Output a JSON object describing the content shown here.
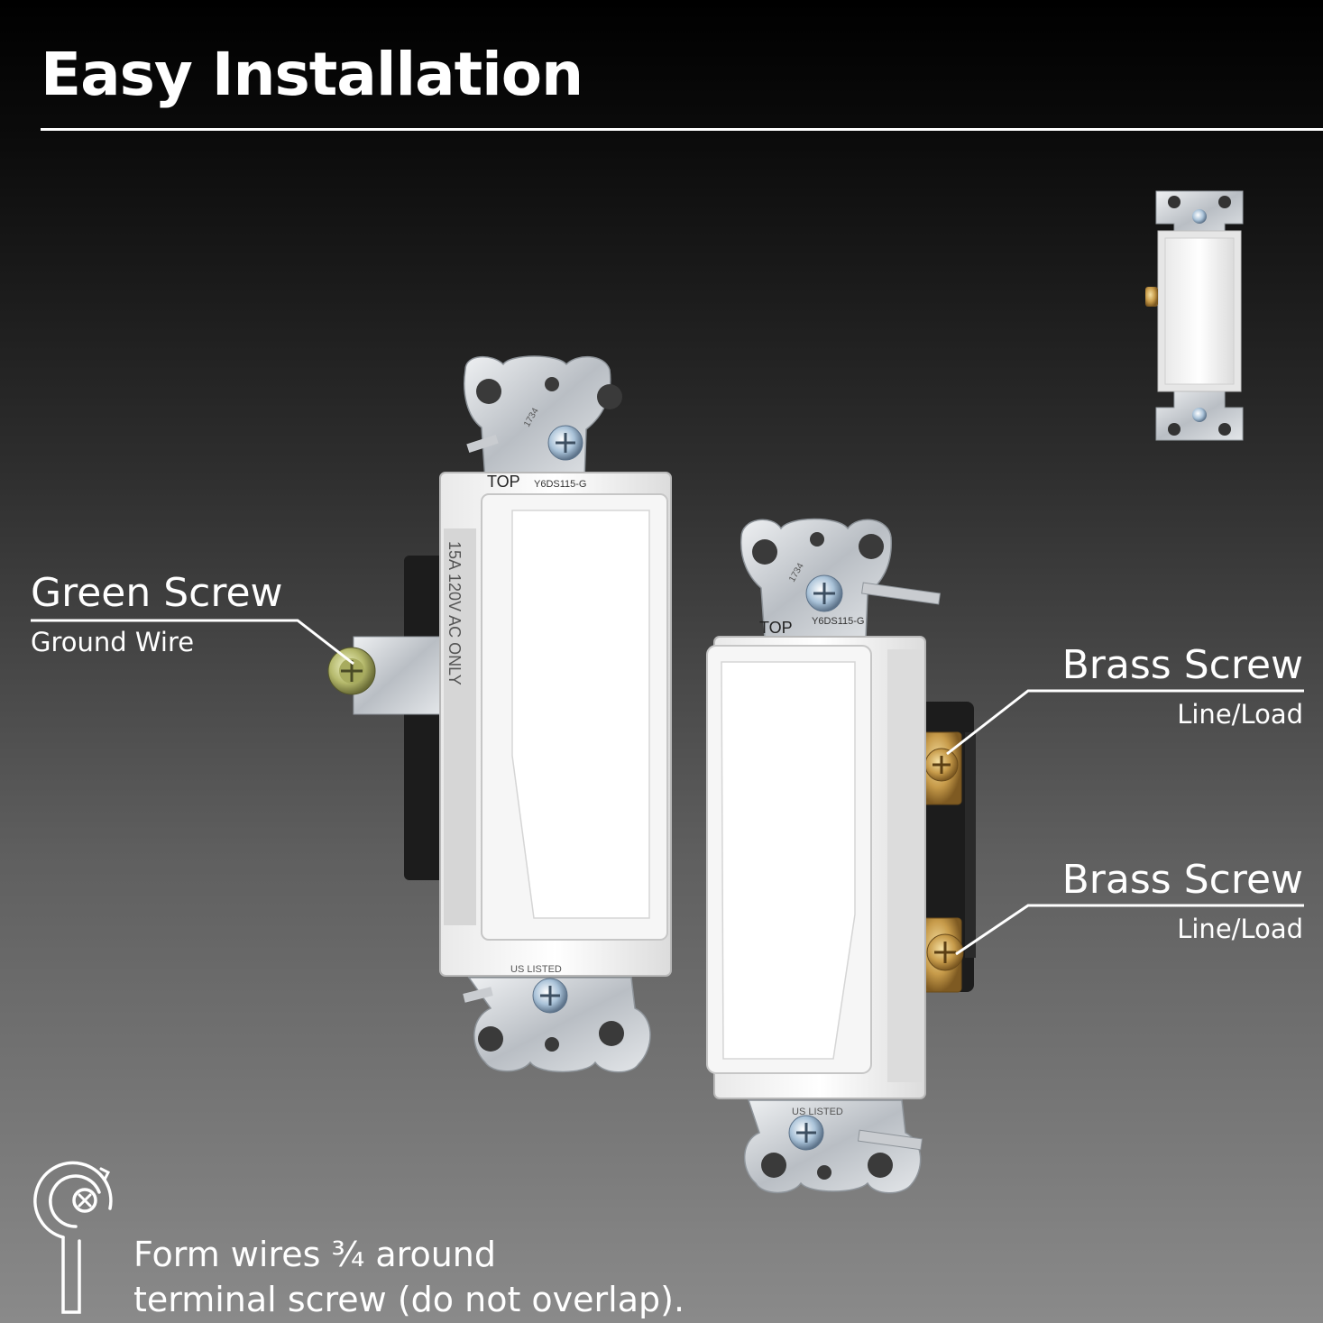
{
  "header": {
    "title": "Easy Installation"
  },
  "callouts": {
    "green": {
      "label": "Green Screw",
      "sub": "Ground Wire"
    },
    "brass_top": {
      "label": "Brass Screw",
      "sub": "Line/Load"
    },
    "brass_bottom": {
      "label": "Brass Screw",
      "sub": "Line/Load"
    }
  },
  "switch_markings": {
    "top": "TOP",
    "model": "Y6DS115-G",
    "rating": "15A 120V AC ONLY",
    "listing": "US LISTED",
    "code": "1734"
  },
  "footnote": {
    "line1": "Form wires ¾ around",
    "line2": "terminal screw (do not overlap)."
  }
}
